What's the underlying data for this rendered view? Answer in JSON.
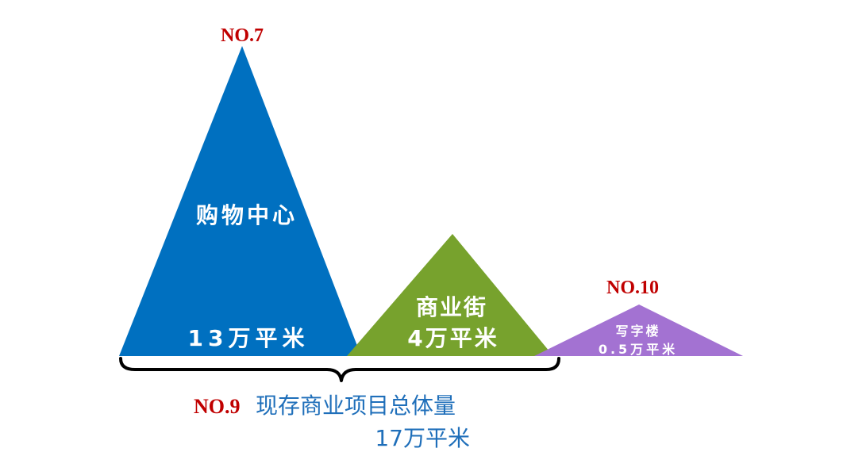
{
  "colors": {
    "shopping": "#0070c0",
    "street": "#77a22d",
    "office": "#a372d2",
    "rank": "#c00000",
    "summary": "#1f6fba",
    "bracket": "#000000"
  },
  "shopping_center": {
    "rank": "NO.7",
    "name": "购物中心",
    "area": "13万平米"
  },
  "commercial_street": {
    "name": "商业街",
    "area": "4万平米"
  },
  "office_building": {
    "rank": "NO.10",
    "name": "写字楼",
    "area": "0.5万平米"
  },
  "total": {
    "rank": "NO.9",
    "title": "现存商业项目总体量",
    "area": "17万平米"
  }
}
